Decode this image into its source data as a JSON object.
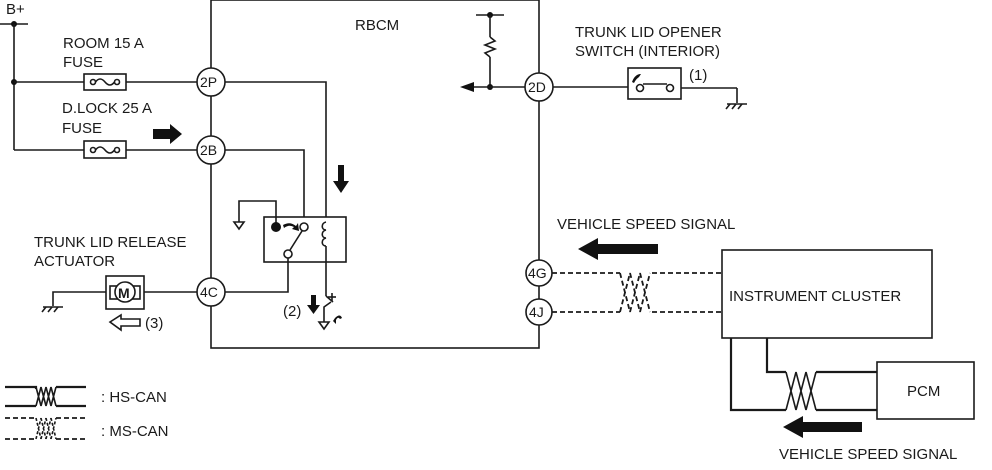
{
  "diagram": {
    "supply_label": "B+",
    "module_label": "RBCM",
    "fuses": [
      {
        "label_line1": "ROOM 15 A",
        "label_line2": "FUSE",
        "terminal": "2P"
      },
      {
        "label_line1": "D.LOCK 25 A",
        "label_line2": "FUSE",
        "terminal": "2B"
      }
    ],
    "terminals": {
      "t2P": "2P",
      "t2B": "2B",
      "t2D": "2D",
      "t4C": "4C",
      "t4G": "4G",
      "t4J": "4J"
    },
    "opener_switch": {
      "label_line1": "TRUNK LID OPENER",
      "label_line2": "SWITCH (INTERIOR)",
      "step": "(1)"
    },
    "actuator": {
      "label_line1": "TRUNK LID RELEASE",
      "label_line2": "ACTUATOR",
      "motor_symbol": "M",
      "step": "(3)"
    },
    "relay_step": "(2)",
    "instrument_cluster_label": "INSTRUMENT CLUSTER",
    "pcm_label": "PCM",
    "signals": {
      "ms_can_signal": "VEHICLE SPEED SIGNAL",
      "hs_can_signal": "VEHICLE SPEED SIGNAL"
    },
    "legend": [
      {
        "type": "twisted-solid",
        "label": ": HS-CAN"
      },
      {
        "type": "twisted-dashed",
        "label": ": MS-CAN"
      }
    ],
    "colors": {
      "line": "#1a1a1a",
      "background": "#ffffff"
    }
  }
}
